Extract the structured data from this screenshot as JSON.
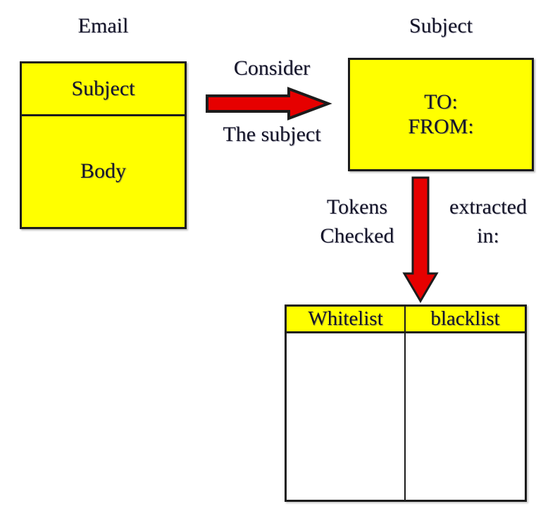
{
  "diagram": {
    "title": "Email subject token extraction and whitelist/blacklist checking flow",
    "colors": {
      "box_fill": "#ffff00",
      "box_border": "#1c1c1c",
      "arrow_fill": "#e60000",
      "arrow_outline": "#1c1c1c",
      "text": "#141428",
      "background": "#ffffff"
    },
    "email_node": {
      "caption": "Email",
      "subject_cell": "Subject",
      "body_cell": "Body"
    },
    "subject_node": {
      "caption": "Subject",
      "content": "TO:\nFROM:"
    },
    "edges": {
      "horizontal": {
        "icon": "right-arrow-icon",
        "label_above": "Consider",
        "label_below": "The subject",
        "direction": "right"
      },
      "vertical": {
        "icon": "down-arrow-icon",
        "label_left": "Tokens\nChecked",
        "label_right": "extracted\nin:",
        "direction": "down"
      }
    },
    "list_table": {
      "columns": [
        "Whitelist",
        "blacklist"
      ],
      "rows": []
    }
  }
}
